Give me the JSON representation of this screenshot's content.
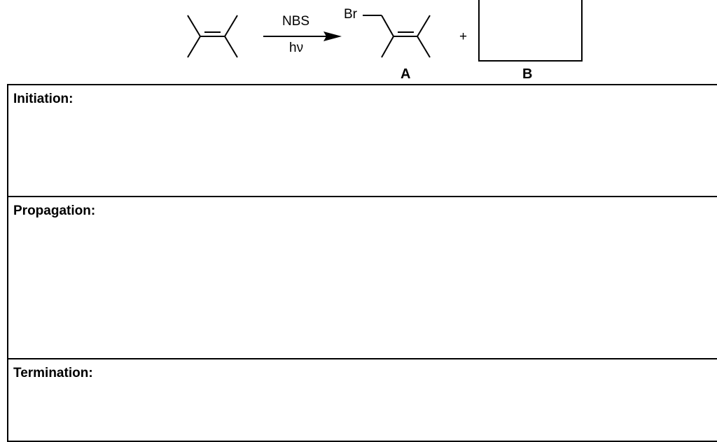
{
  "reaction": {
    "reagent_top": "NBS",
    "reagent_bottom": "hν",
    "product_substituent": "Br",
    "plus": "+",
    "product_a_label": "A",
    "product_b_label": "B"
  },
  "sections": [
    {
      "title": "Initiation:"
    },
    {
      "title": "Propagation:"
    },
    {
      "title": "Termination:"
    }
  ]
}
